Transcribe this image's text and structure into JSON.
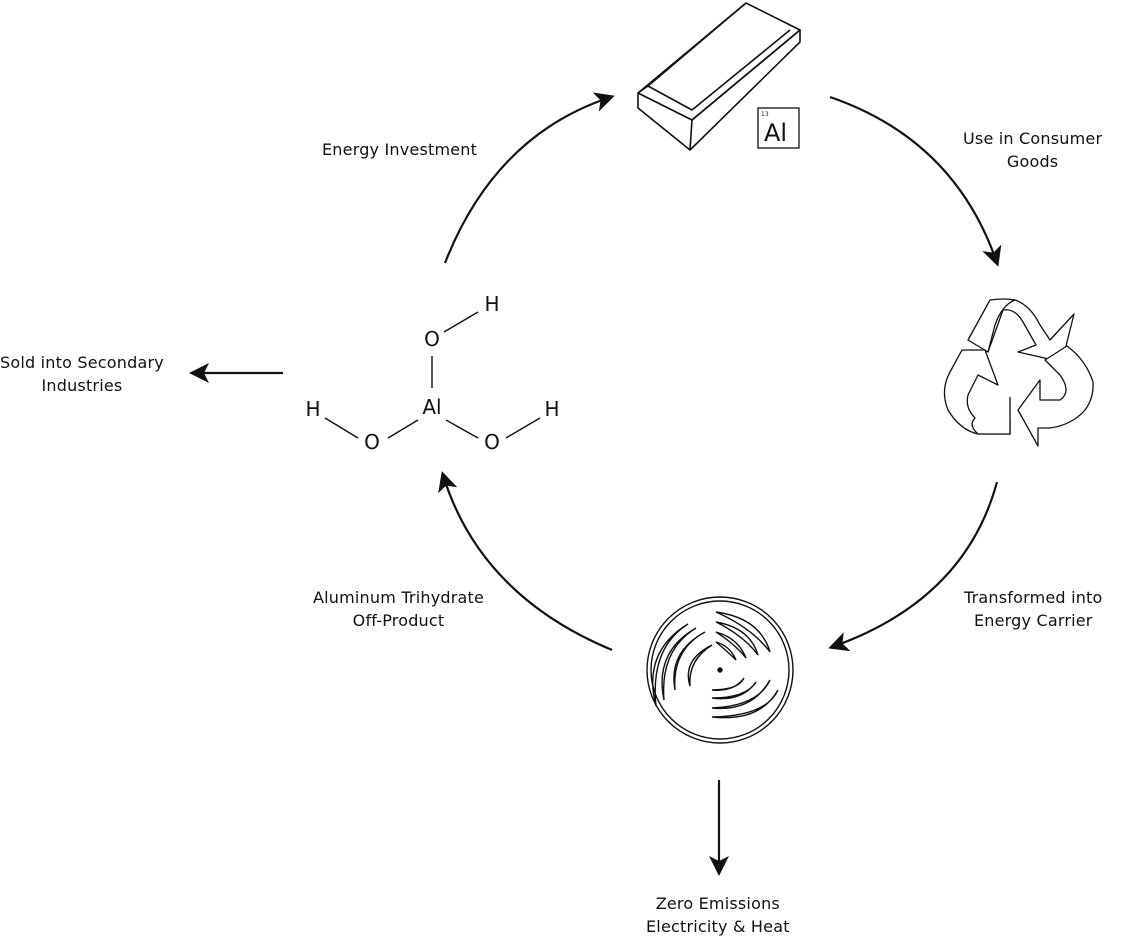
{
  "labels": {
    "energy_investment": "Energy Investment",
    "consumer_goods": [
      "Use in Consumer",
      "Goods"
    ],
    "energy_carrier": [
      "Transformed into",
      "Energy Carrier"
    ],
    "trihydrate": [
      "Aluminum Trihydrate",
      "Off-Product"
    ],
    "secondary_industries": [
      "Sold into Secondary",
      "Industries"
    ],
    "zero_emissions": [
      "Zero Emissions",
      "Electricity & Heat"
    ]
  },
  "element_tile": {
    "number": "13",
    "symbol": "Al"
  },
  "molecule": {
    "center": "Al",
    "oxygen": "O",
    "hydrogen": "H"
  },
  "icons": {
    "top": "aluminum-ingot-icon",
    "right": "recycle-icon",
    "bottom": "energy-disc-icon",
    "left": "aluminum-hydroxide-molecule-icon"
  },
  "colors": {
    "stroke": "#111111",
    "background": "#ffffff"
  }
}
